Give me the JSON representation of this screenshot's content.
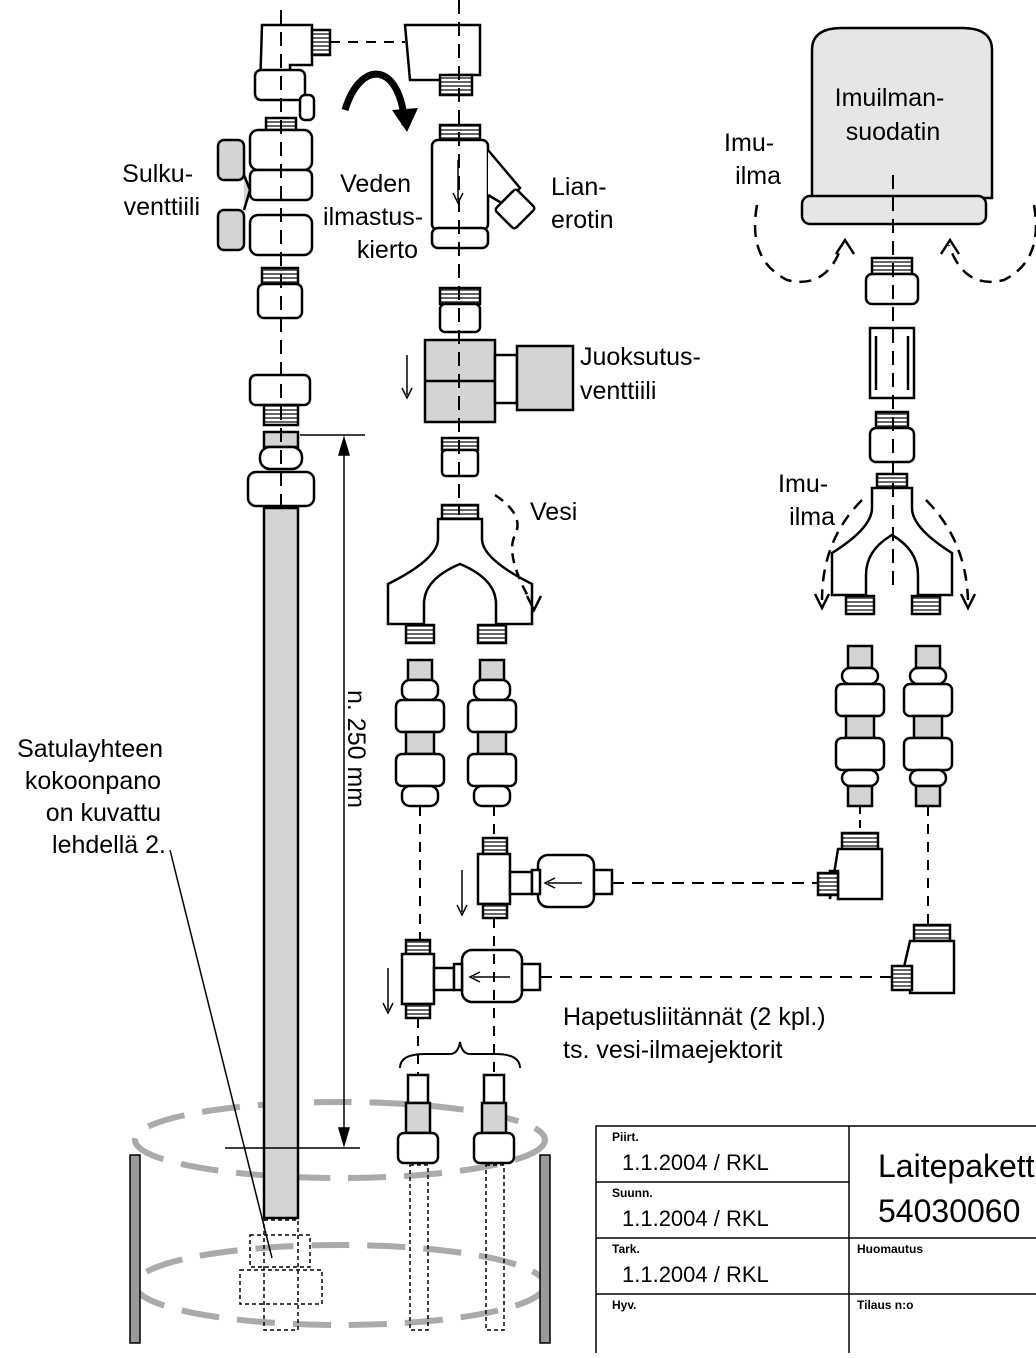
{
  "labels": {
    "shutoff_valve": [
      "Sulku-",
      "venttiili"
    ],
    "water_aeration_loop": [
      "Veden",
      "ilmastus-",
      "kierto"
    ],
    "strainer": [
      "Lian-",
      "erotin"
    ],
    "drain_valve": [
      "Juoksutus-",
      "venttiili"
    ],
    "water": "Vesi",
    "intake_air_filter": [
      "Imuilman-",
      "suodatin"
    ],
    "intake_air_top": [
      "Imu-",
      "ilma"
    ],
    "intake_air_mid": [
      "Imu-",
      "ilma"
    ],
    "dimension": "n. 250 mm",
    "saddle_note": [
      "Satulayhteen",
      "kokoonpano",
      "on kuvattu",
      "lehdellä 2."
    ],
    "aeration_connections": [
      "Hapetusliitännät (2 kpl.)",
      "ts. vesi-ilmaejektorit"
    ]
  },
  "title_block": {
    "drawn_label": "Piirt.",
    "drawn_value": "1.1.2004 / RKL",
    "designed_label": "Suunn.",
    "designed_value": "1.1.2004 / RKL",
    "checked_label": "Tark.",
    "checked_value": "1.1.2004 / RKL",
    "approved_label": "Hyv.",
    "title": "Laitepakett",
    "number": "54030060",
    "remarks_label": "Huomautus",
    "order_label": "Tilaus n:o"
  },
  "colors": {
    "pipe_fill": "#d4d4d4",
    "filter_fill": "#e6e6e6",
    "line": "#000000",
    "tank_dash": "#aaaaaa",
    "tank_wall": "#999999"
  }
}
